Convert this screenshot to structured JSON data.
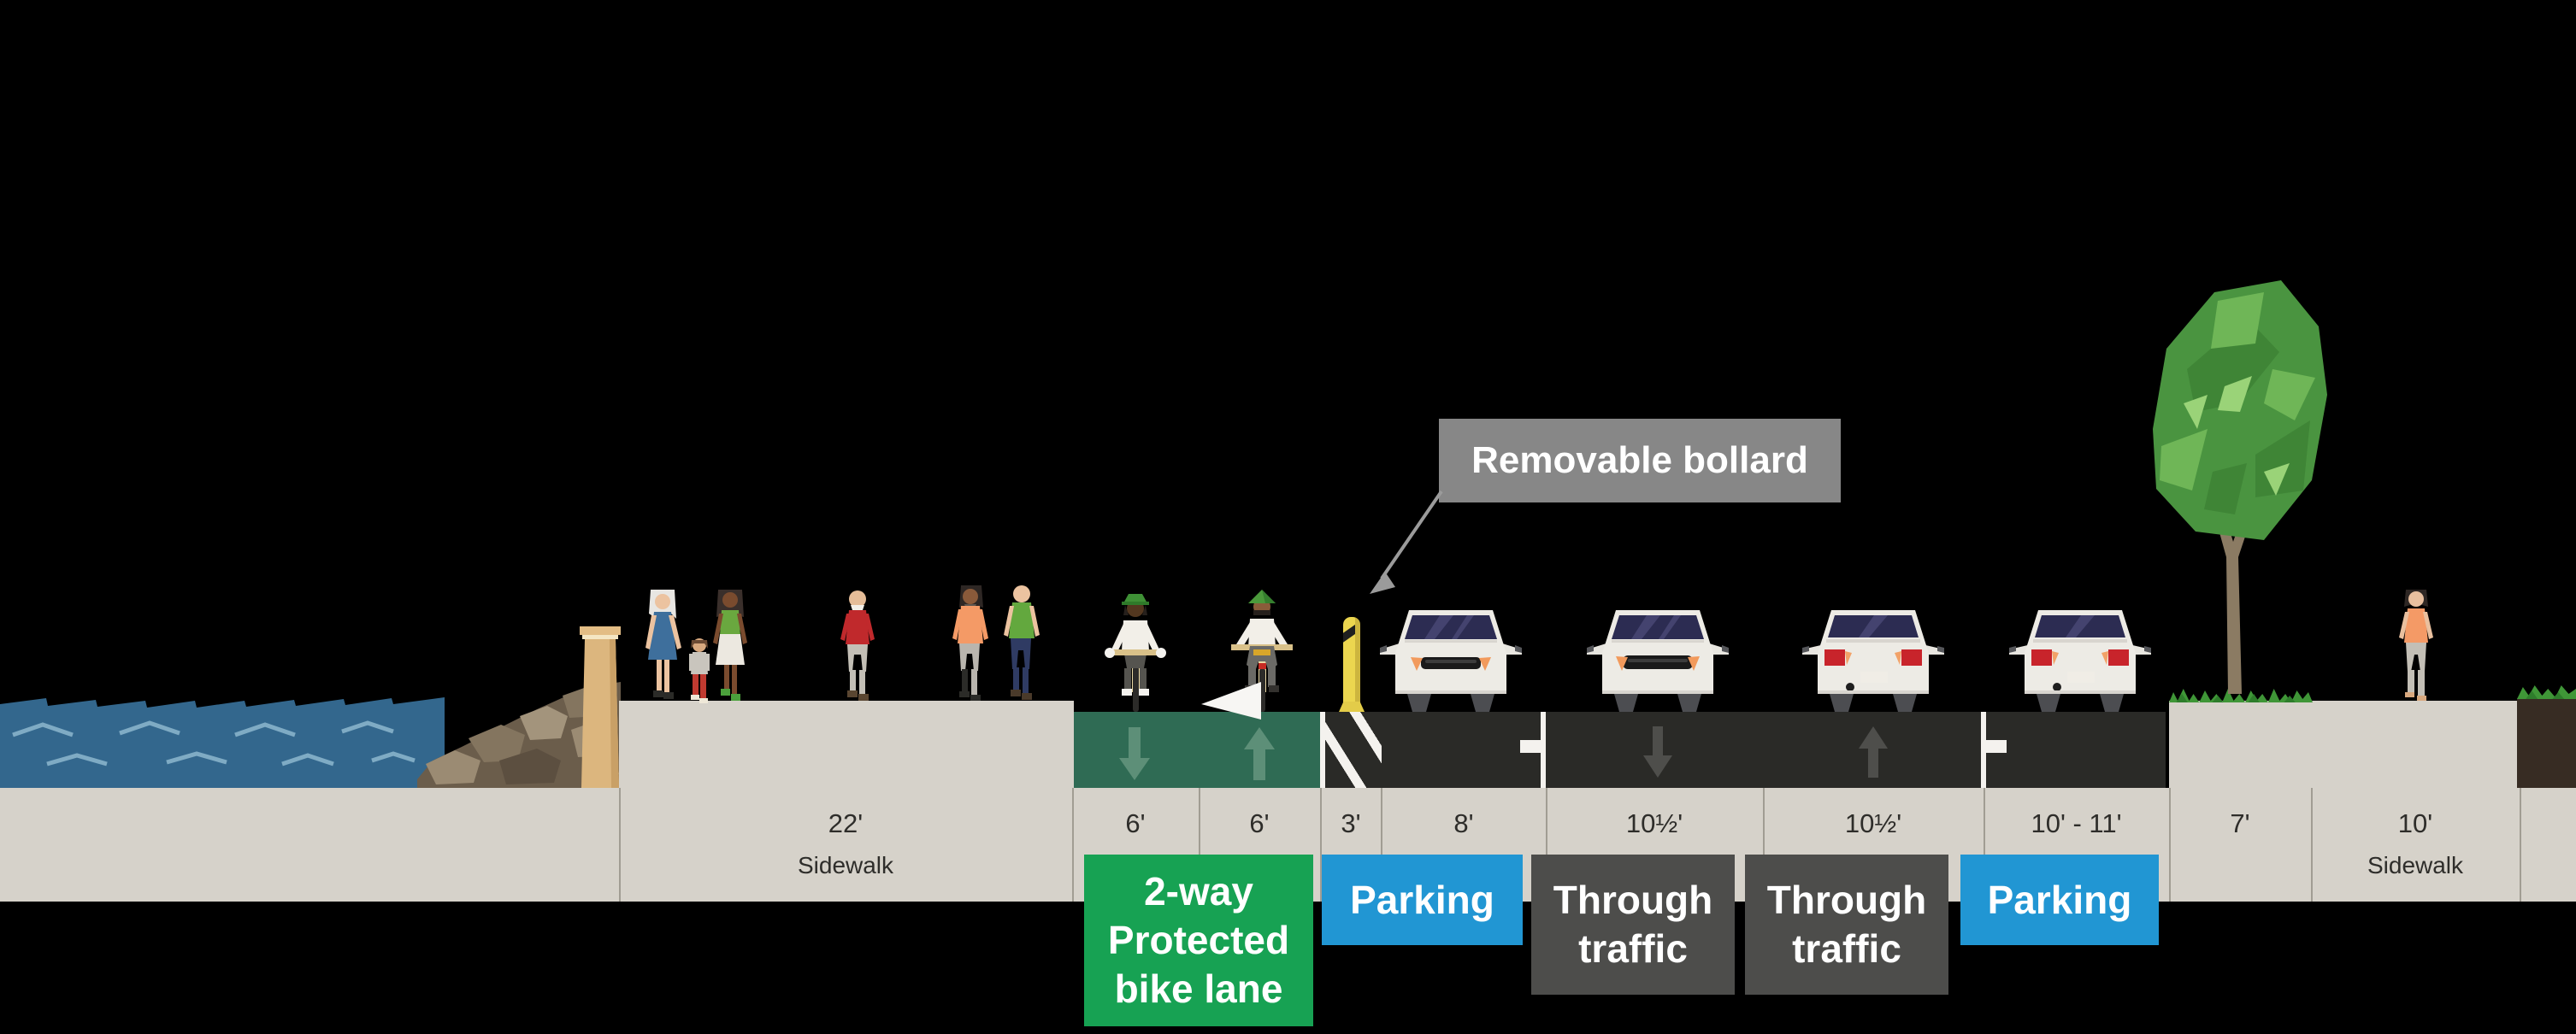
{
  "callout": {
    "text": "Removable bollard",
    "box_color": "#878787"
  },
  "band": {
    "segments": [
      {
        "width_ft": "22'",
        "name": "Sidewalk"
      },
      {
        "width_ft": "6'",
        "name": ""
      },
      {
        "width_ft": "6'",
        "name": ""
      },
      {
        "width_ft": "3'",
        "name": ""
      },
      {
        "width_ft": "8'",
        "name": ""
      },
      {
        "width_ft": "10½'",
        "name": ""
      },
      {
        "width_ft": "10½'",
        "name": ""
      },
      {
        "width_ft": "10' - 11'",
        "name": ""
      },
      {
        "width_ft": "7'",
        "name": ""
      },
      {
        "width_ft": "10'",
        "name": "Sidewalk"
      }
    ]
  },
  "zone_labels": {
    "bike_lane": {
      "lines": [
        "2-way",
        "Protected",
        "bike lane"
      ],
      "color": "#17a253"
    },
    "parking_left": {
      "lines": [
        "Parking"
      ],
      "color": "#2196d3"
    },
    "through_left": {
      "lines": [
        "Through",
        "traffic"
      ],
      "color": "#4d4d4b"
    },
    "through_right": {
      "lines": [
        "Through",
        "traffic"
      ],
      "color": "#4d4d4b"
    },
    "parking_right": {
      "lines": [
        "Parking"
      ],
      "color": "#2196d3"
    }
  },
  "scene": {
    "elements": [
      "water",
      "riprap-rocks",
      "seawall-pillar",
      "pedestrians",
      "cyclists",
      "removable-bollard",
      "buffer-crosshatch",
      "cars",
      "street-tree",
      "grass-strip",
      "planter-bush"
    ],
    "lane_directions": {
      "bike_lane": [
        "down",
        "up"
      ],
      "through_lanes": [
        "down",
        "up"
      ]
    }
  },
  "colors": {
    "background": "#000000",
    "band": "#d6d2ca",
    "road": "#2a2a27",
    "bike_lane": "#2f6b54",
    "water": "#33678d",
    "bollard_yellow": "#ecd64f",
    "label_blue": "#2196d3",
    "label_green": "#17a253",
    "label_dark": "#4d4d4b",
    "callout_gray": "#878787"
  }
}
